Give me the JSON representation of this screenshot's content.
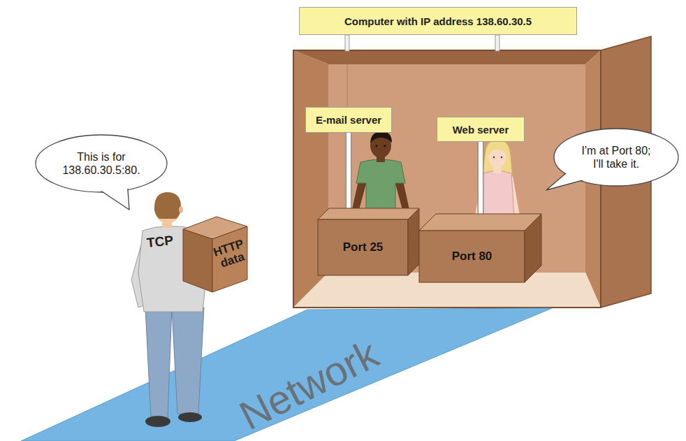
{
  "diagram": {
    "nodes": [
      {
        "text": [
          "Computer with IP address 138.60.30.5"
        ]
      },
      {
        "text": [
          "This is for 138.60.30.5:80."
        ]
      },
      {
        "text": [
          "E-mail server"
        ]
      },
      {
        "text": [
          "Web server"
        ]
      },
      {
        "text": [
          "I'm at Port 80; I'll take it."
        ]
      },
      {
        "text": [
          "HTTP data"
        ]
      },
      {
        "text": [
          "Port 25"
        ]
      },
      {
        "text": [
          "Port 80"
        ]
      }
    ],
    "edges": [
      {
        "from": 2,
        "to": 6,
        "arrow": "none"
      },
      {
        "from": 3,
        "to": 7,
        "arrow": "none"
      }
    ],
    "labels": [
      "TCP",
      "Network"
    ]
  }
}
